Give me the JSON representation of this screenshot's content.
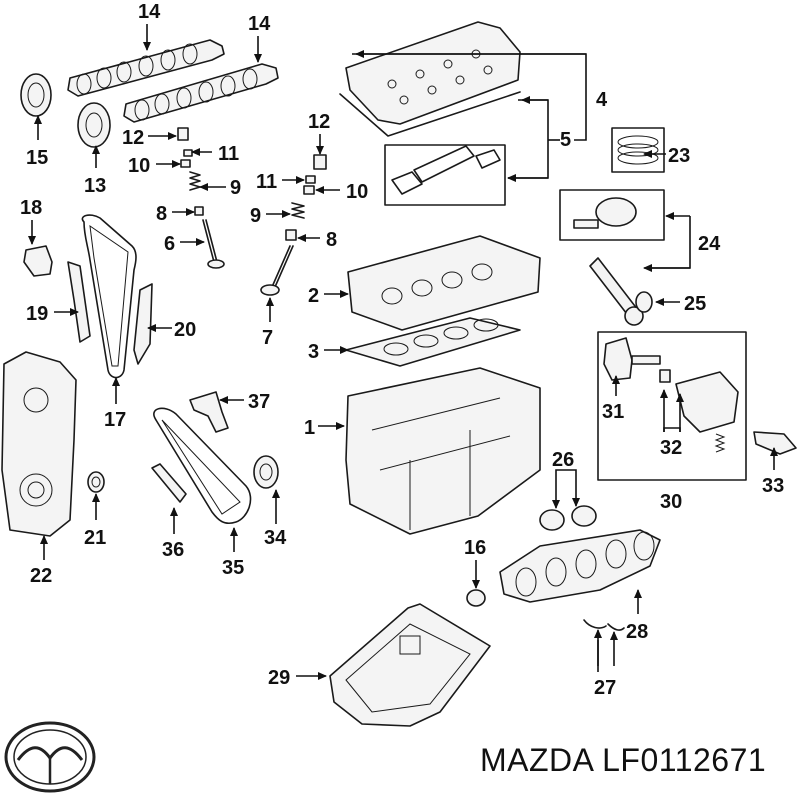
{
  "brand": "MAZDA",
  "part_number": "LF0112671",
  "callouts": {
    "c1": "1",
    "c2": "2",
    "c3": "3",
    "c4": "4",
    "c5": "5",
    "c6": "6",
    "c7": "7",
    "c8a": "8",
    "c8b": "8",
    "c9a": "9",
    "c9b": "9",
    "c10a": "10",
    "c10b": "10",
    "c11a": "11",
    "c11b": "11",
    "c12a": "12",
    "c12b": "12",
    "c13": "13",
    "c14a": "14",
    "c14b": "14",
    "c15": "15",
    "c16": "16",
    "c17": "17",
    "c18": "18",
    "c19": "19",
    "c20": "20",
    "c21": "21",
    "c22": "22",
    "c23": "23",
    "c24": "24",
    "c25": "25",
    "c26": "26",
    "c27": "27",
    "c28": "28",
    "c29": "29",
    "c30": "30",
    "c31": "31",
    "c32": "32",
    "c33": "33",
    "c34": "34",
    "c35": "35",
    "c36": "36",
    "c37": "37"
  }
}
